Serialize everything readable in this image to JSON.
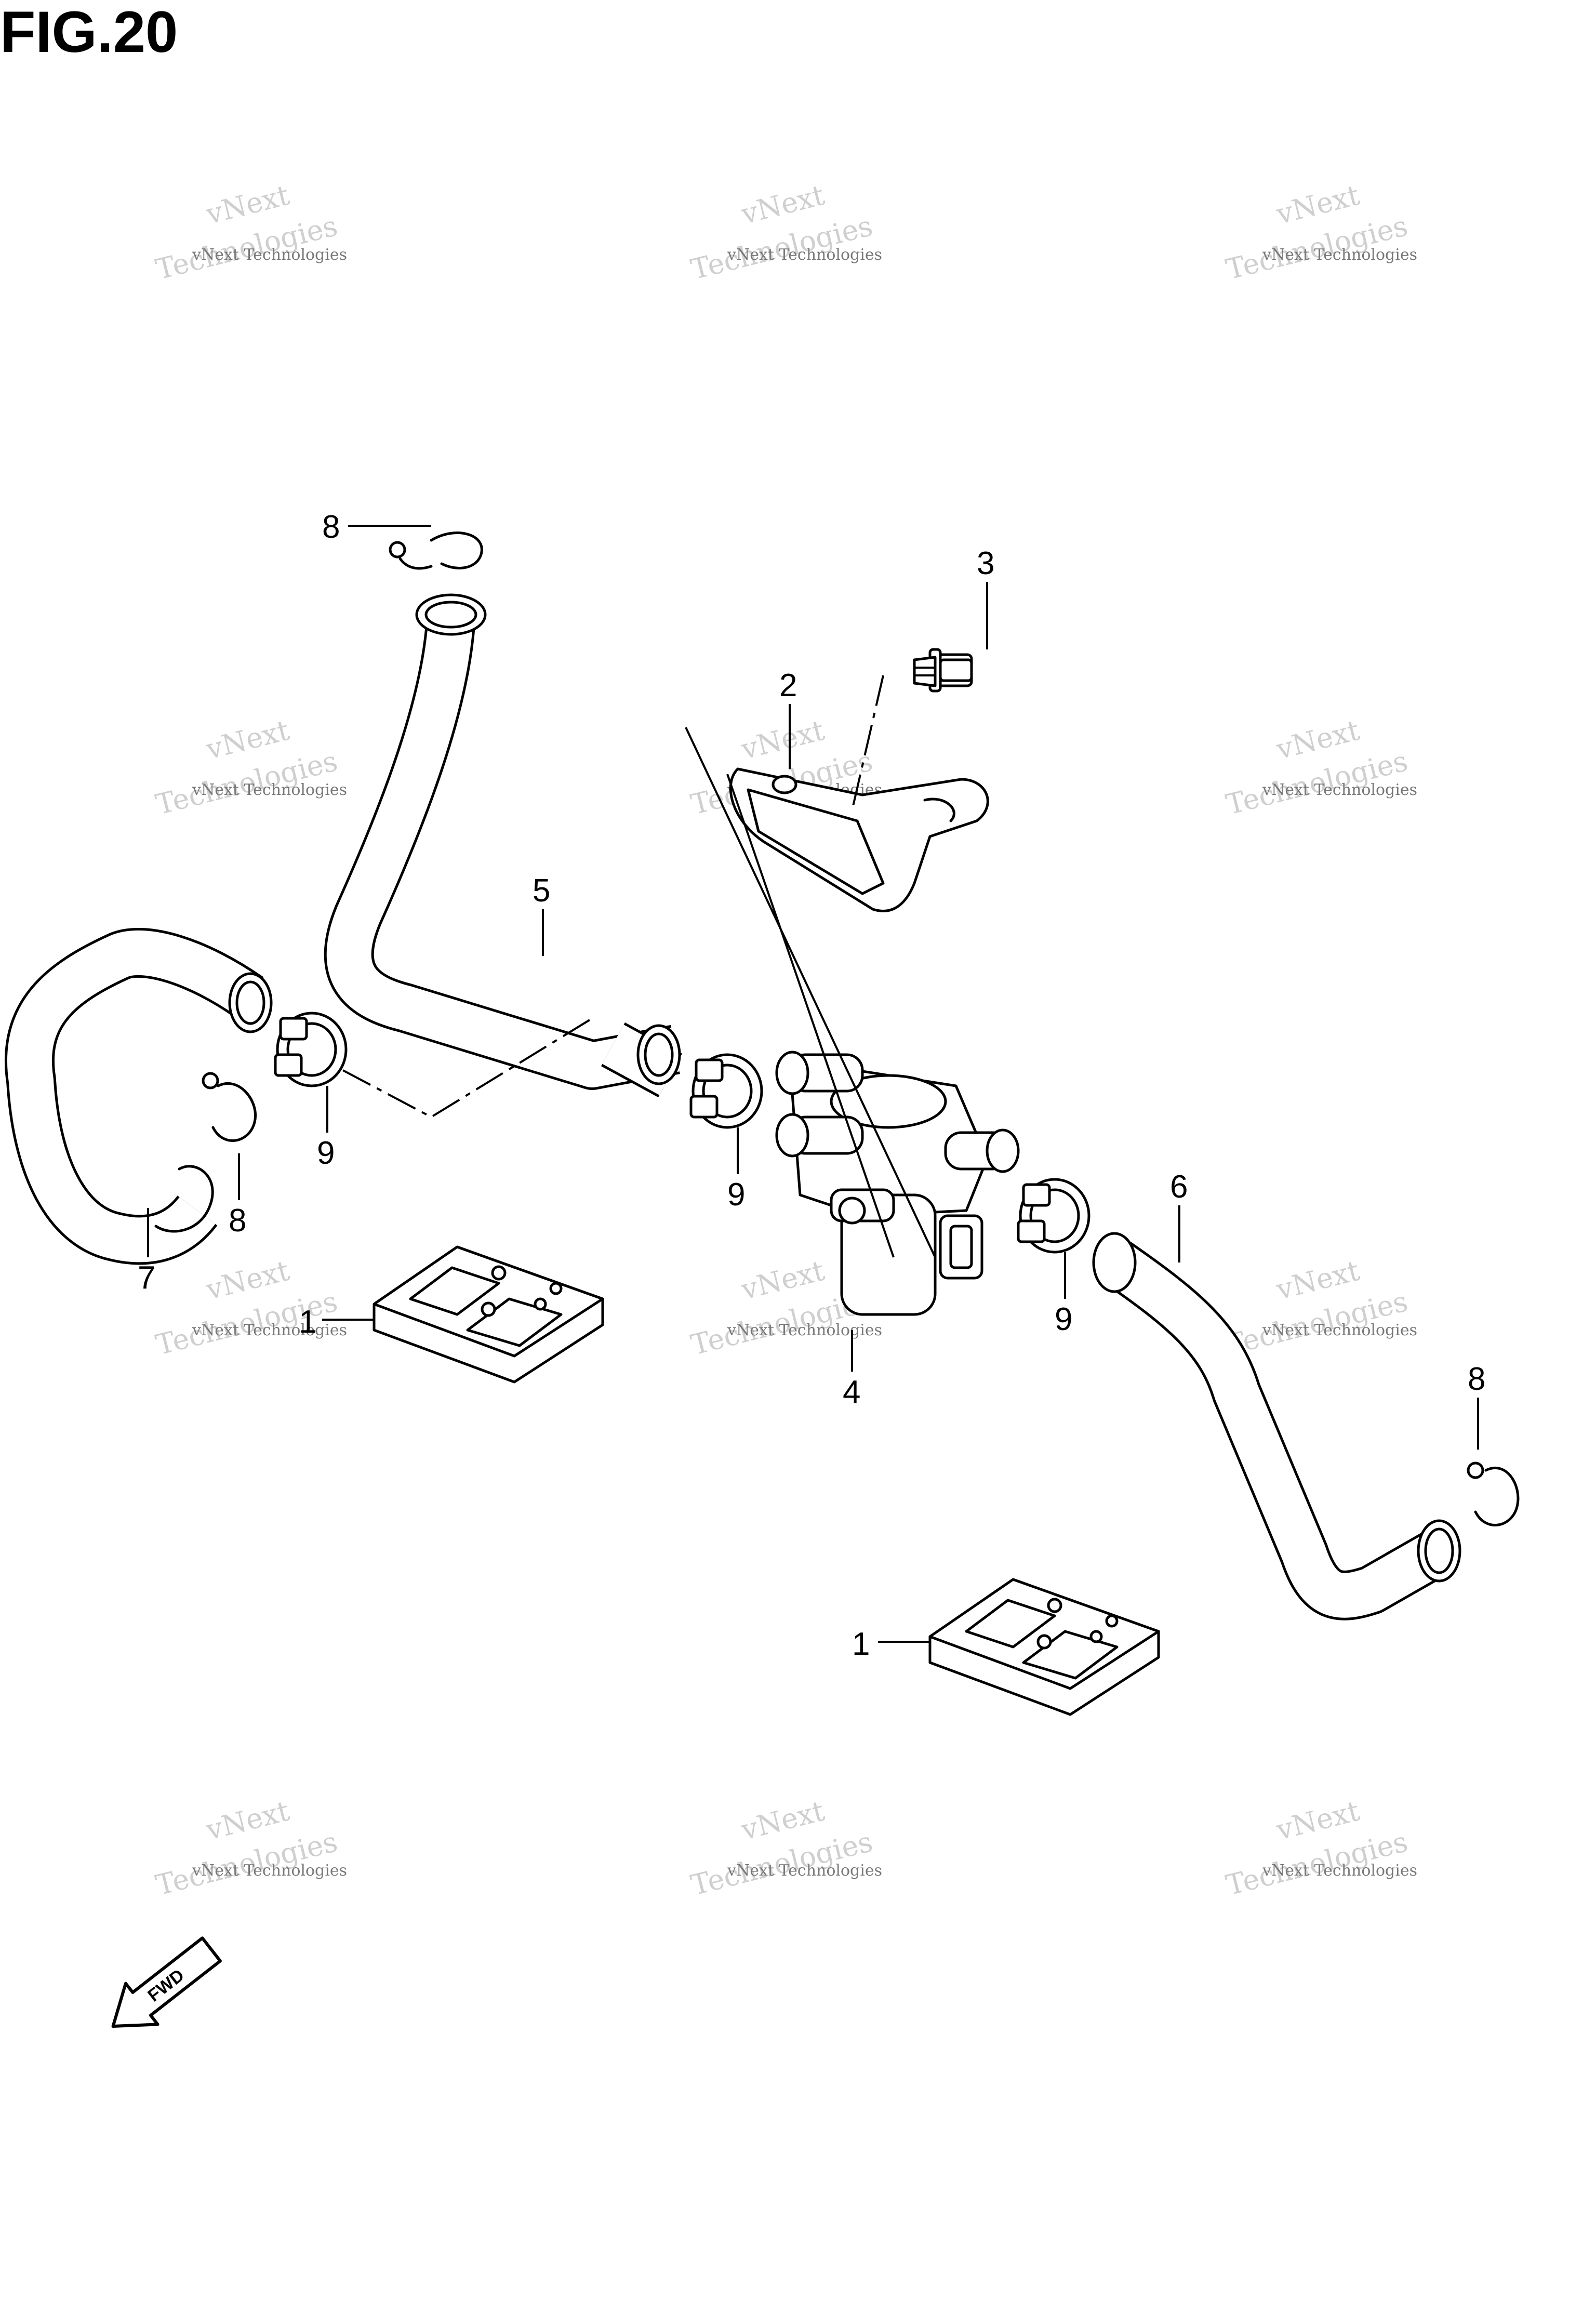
{
  "figure": {
    "title": "FIG.20"
  },
  "watermark": {
    "line1": "vNext Technologies",
    "line2": "vNext",
    "line3": "Technologies"
  },
  "callouts": [
    {
      "id": "c1a",
      "text": "1"
    },
    {
      "id": "c1b",
      "text": "1"
    },
    {
      "id": "c2",
      "text": "2"
    },
    {
      "id": "c3",
      "text": "3"
    },
    {
      "id": "c4",
      "text": "4"
    },
    {
      "id": "c5",
      "text": "5"
    },
    {
      "id": "c6",
      "text": "6"
    },
    {
      "id": "c7",
      "text": "7"
    },
    {
      "id": "c8a",
      "text": "8"
    },
    {
      "id": "c8b",
      "text": "8"
    },
    {
      "id": "c8c",
      "text": "8"
    },
    {
      "id": "c9a",
      "text": "9"
    },
    {
      "id": "c9b",
      "text": "9"
    },
    {
      "id": "c9c",
      "text": "9"
    }
  ],
  "fwd_arrow": {
    "label": "FWD"
  }
}
